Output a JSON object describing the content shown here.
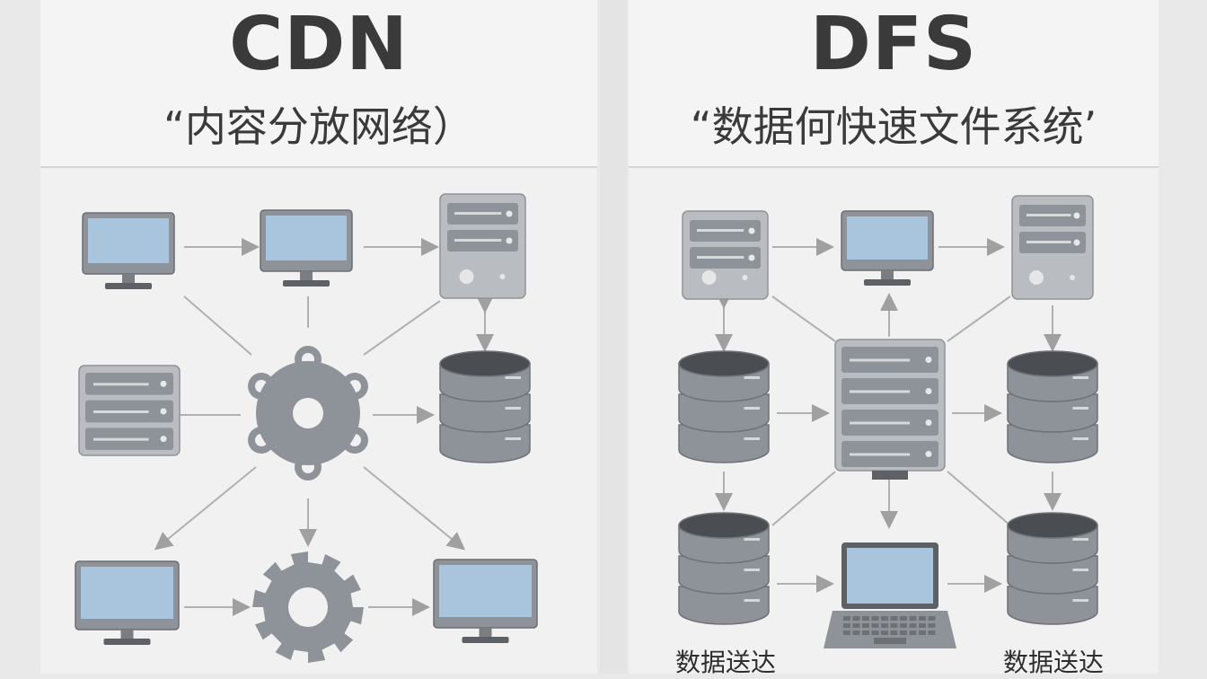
{
  "cdn": {
    "title": "CDN",
    "subtitle": "“内容分放网络）"
  },
  "dfs": {
    "title": "DFS",
    "subtitle": "“数据何快速文件系统’",
    "caption_left": "数据送达",
    "caption_right": "数据送达"
  },
  "colors": {
    "screen": "#a9c4dd",
    "device": "#8e9399",
    "device_dark": "#5d6166",
    "line": "#a6a6a6"
  },
  "icons": [
    "monitor-icon",
    "server-icon",
    "database-icon",
    "hub-icon",
    "gear-icon",
    "laptop-icon"
  ]
}
